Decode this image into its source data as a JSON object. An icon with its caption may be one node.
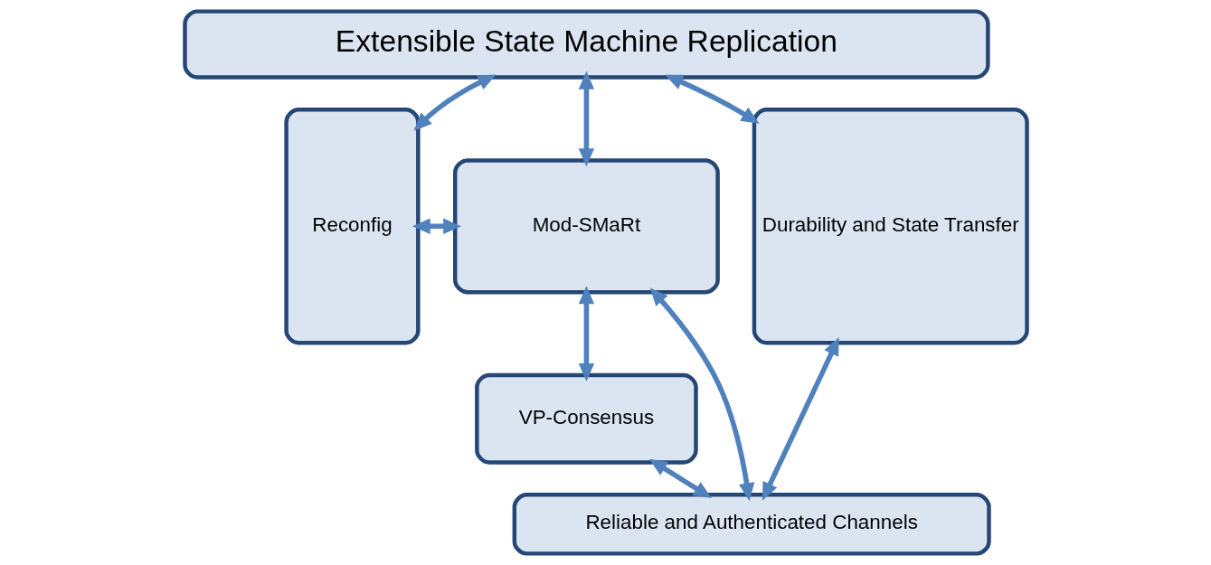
{
  "diagram": {
    "nodes": [
      {
        "text": [
          "Extensible State Machine Replication"
        ]
      },
      {
        "text": [
          "Reconfig"
        ]
      },
      {
        "text": [
          "Mod-SMaRt"
        ]
      },
      {
        "text": [
          "VP-Consensus"
        ]
      },
      {
        "text": [
          "Durability and State Transfer"
        ]
      },
      {
        "text": [
          "Reliable and Authenticated Channels"
        ]
      }
    ],
    "edges": [
      {
        "from": 0,
        "to": 1,
        "arrow": "both"
      },
      {
        "from": 0,
        "to": 2,
        "arrow": "both"
      },
      {
        "from": 0,
        "to": 4,
        "arrow": "both"
      },
      {
        "from": 1,
        "to": 2,
        "arrow": "both"
      },
      {
        "from": 2,
        "to": 3,
        "arrow": "both"
      },
      {
        "from": 2,
        "to": 5,
        "arrow": "both"
      },
      {
        "from": 3,
        "to": 5,
        "arrow": "both"
      },
      {
        "from": 5,
        "to": 4,
        "arrow": "both"
      }
    ]
  }
}
